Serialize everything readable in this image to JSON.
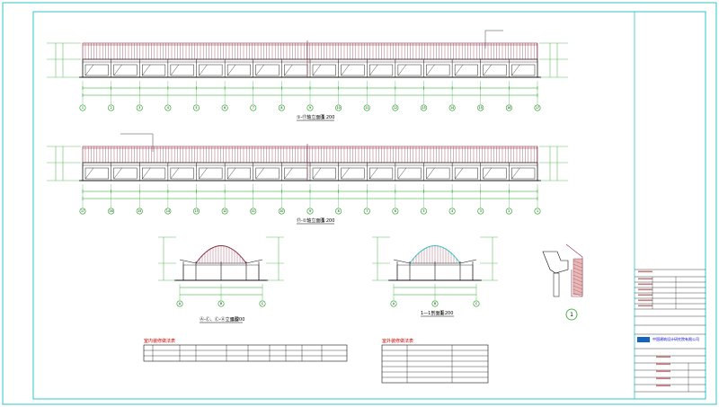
{
  "colors": {
    "frame": "#2fc6c6",
    "roof": "#8a2b3c",
    "structure": "#111111",
    "dimension": "#1aa11a",
    "axis_bubble": "#1aa11a",
    "arch": "#2fc6c6",
    "title_accent": "#1565c0"
  },
  "elevations": {
    "top_caption": "①-⑰轴立面图",
    "top_scale": "1:200",
    "bottom_caption": "⑰-①轴立面图",
    "bottom_scale": "1:200",
    "top_axes": [
      "1",
      "2",
      "3",
      "4",
      "5",
      "6",
      "7",
      "8",
      "9",
      "10",
      "11",
      "12",
      "13",
      "14",
      "15",
      "16",
      "17"
    ],
    "bottom_axes": [
      "17",
      "16",
      "15",
      "14",
      "13",
      "12",
      "11",
      "10",
      "9",
      "8",
      "7",
      "6",
      "5",
      "4",
      "3",
      "2",
      "1"
    ]
  },
  "sections": {
    "left_caption": "Ⓐ-Ⓒ、Ⓒ-Ⓐ立面图",
    "left_scale": "1:200",
    "right_caption": "1—1剖面图",
    "right_scale": "1:200",
    "left_axes": [
      "A",
      "B",
      "C"
    ],
    "right_axes": [
      "A",
      "B",
      "C"
    ],
    "detail_label": "1"
  },
  "tables": {
    "left_title": "室内装修做法表",
    "right_title": "室外装修做法表"
  },
  "title_block": {
    "company": "中国建筑设计研究院有限公司"
  },
  "icons": [
    "company-logo-icon",
    "detail-callout-icon"
  ]
}
